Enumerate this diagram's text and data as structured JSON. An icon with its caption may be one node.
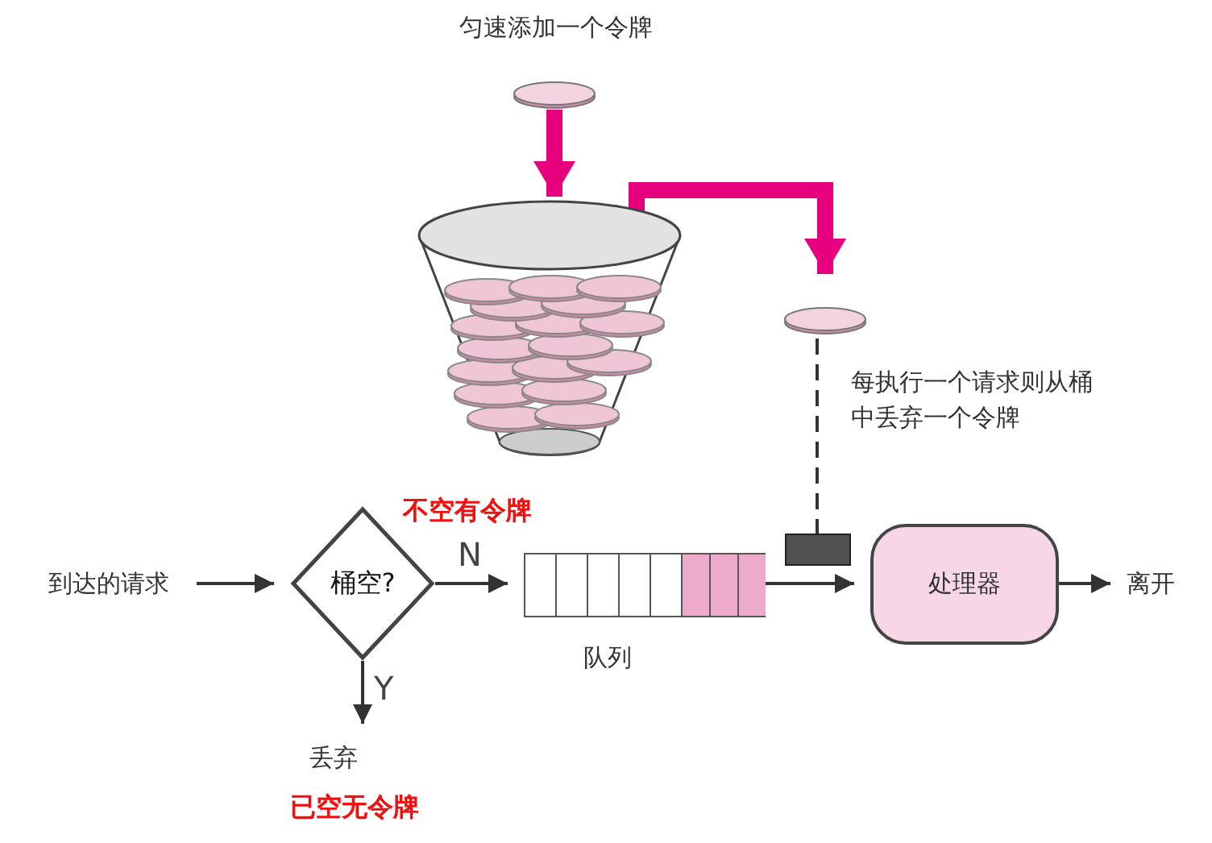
{
  "diagram": {
    "nodes": [
      {
        "text": [
          "到达的请求"
        ]
      },
      {
        "text": [
          "桶空?"
        ]
      },
      {
        "text": [
          "队列"
        ]
      },
      {
        "text": [],
        "shape": "bar"
      },
      {
        "text": [
          "处理器"
        ]
      },
      {
        "text": [
          "离开"
        ]
      },
      {
        "text": [
          "丢弃"
        ]
      },
      {
        "text": [
          "匀速添加一个令牌"
        ]
      },
      {
        "text": [],
        "shape": "picture"
      },
      {
        "text": [],
        "shape": "circle",
        "beside": [
          "每执行一个请求则从桶中丢弃一个令牌"
        ]
      }
    ],
    "edges": [
      {
        "from": 0,
        "to": 1,
        "arrow": "to"
      },
      {
        "from": 1,
        "to": 2,
        "arrow": "to",
        "label": "N"
      },
      {
        "from": 1,
        "to": 6,
        "arrow": "to",
        "label": "Y"
      },
      {
        "from": 2,
        "to": 4,
        "arrow": "to"
      },
      {
        "from": 4,
        "to": 5,
        "arrow": "to"
      },
      {
        "from": 7,
        "to": 8,
        "arrow": "to",
        "style": "thick",
        "color": "#e6007e"
      },
      {
        "from": 8,
        "to": 9,
        "arrow": "to",
        "style": "thick",
        "color": "#e6007e"
      },
      {
        "from": 9,
        "to": 3,
        "arrow": "none",
        "style": "dashed"
      }
    ],
    "labels": [
      "不空有令牌",
      "已空无令牌"
    ]
  }
}
